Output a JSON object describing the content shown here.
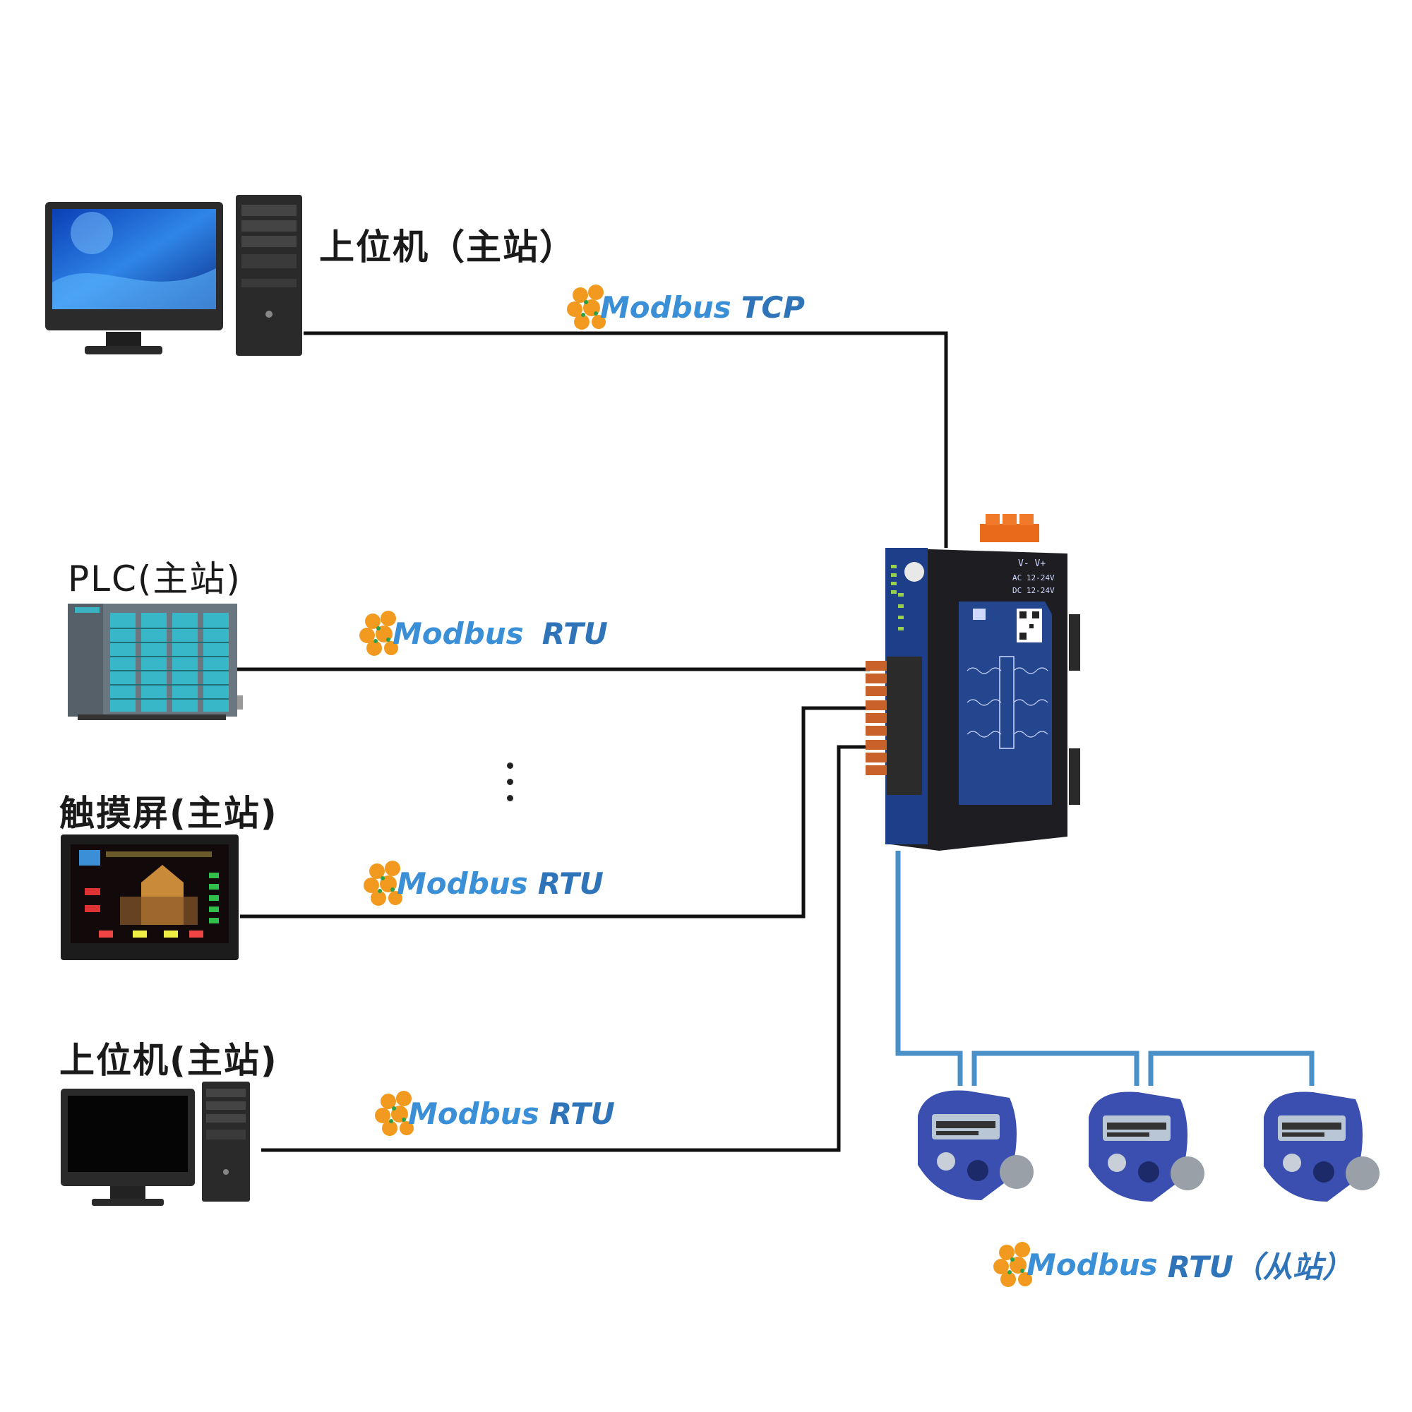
{
  "nodes": {
    "pc_top": {
      "label": "上位机（主站）"
    },
    "plc": {
      "label": "PLC(主站)"
    },
    "touch_screen": {
      "label": "触摸屏(主站)"
    },
    "pc_bottom": {
      "label": "上位机(主站)"
    }
  },
  "links": {
    "tcp": {
      "name": "Modbus",
      "sub": "TCP"
    },
    "rtu_plc": {
      "name": "Modbus",
      "sub": "RTU"
    },
    "rtu_touch": {
      "name": "Modbus",
      "sub": "RTU"
    },
    "rtu_pc": {
      "name": "Modbus",
      "sub": "RTU"
    },
    "rtu_slave": {
      "name": "Modbus",
      "sub": "RTU（从站）"
    }
  },
  "gateway": {
    "power_terminal": "V- V+",
    "ac": "AC 12-24V",
    "dc": "DC 12-24V"
  },
  "colors": {
    "wire": "#111111",
    "rs485_wire": "#4a90c8",
    "protocol_text": "#3b8fd6",
    "logo_orange": "#f29a1f",
    "gateway_blue": "#1d3f8a",
    "meter_blue": "#3a4fb0"
  }
}
